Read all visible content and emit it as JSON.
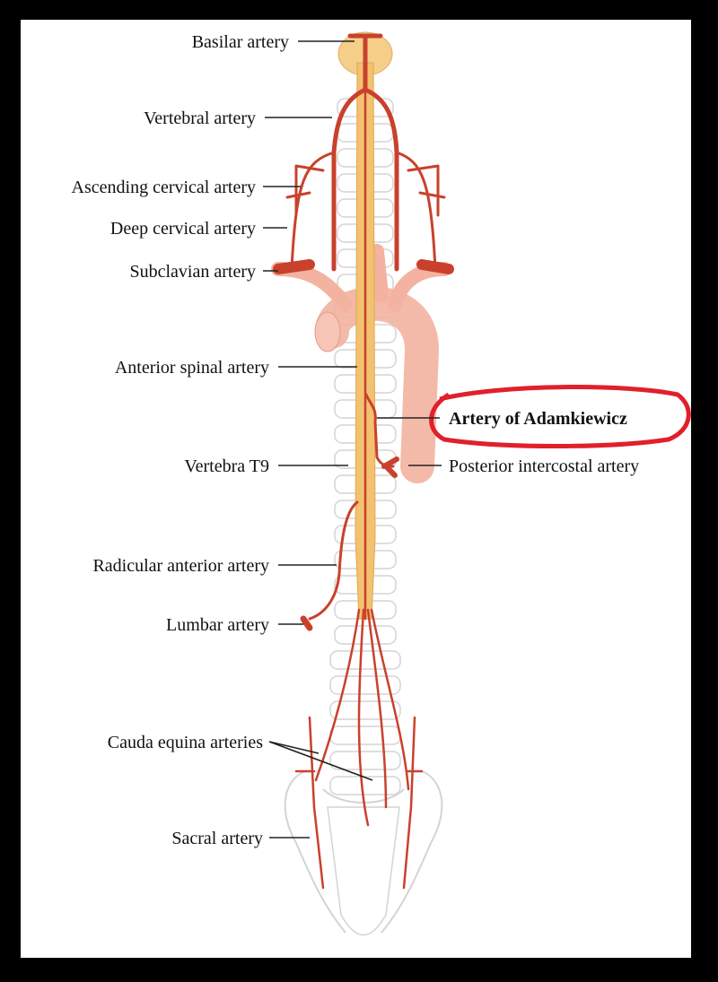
{
  "labels": {
    "basilar": "Basilar artery",
    "vertebral": "Vertebral artery",
    "ascending_cervical": "Ascending cervical artery",
    "deep_cervical": "Deep cervical artery",
    "subclavian": "Subclavian artery",
    "anterior_spinal": "Anterior spinal artery",
    "adamkiewicz": "Artery of Adamkiewicz",
    "vertebra_t9": "Vertebra T9",
    "posterior_intercostal": "Posterior intercostal artery",
    "radicular_anterior": "Radicular anterior artery",
    "lumbar": "Lumbar artery",
    "cauda_equina": "Cauda equina arteries",
    "sacral": "Sacral artery"
  },
  "colors": {
    "artery": "#c9412c",
    "spinal_cord": "#f2c270",
    "aorta": "#f3b3a0",
    "highlight": "#e0202a"
  }
}
